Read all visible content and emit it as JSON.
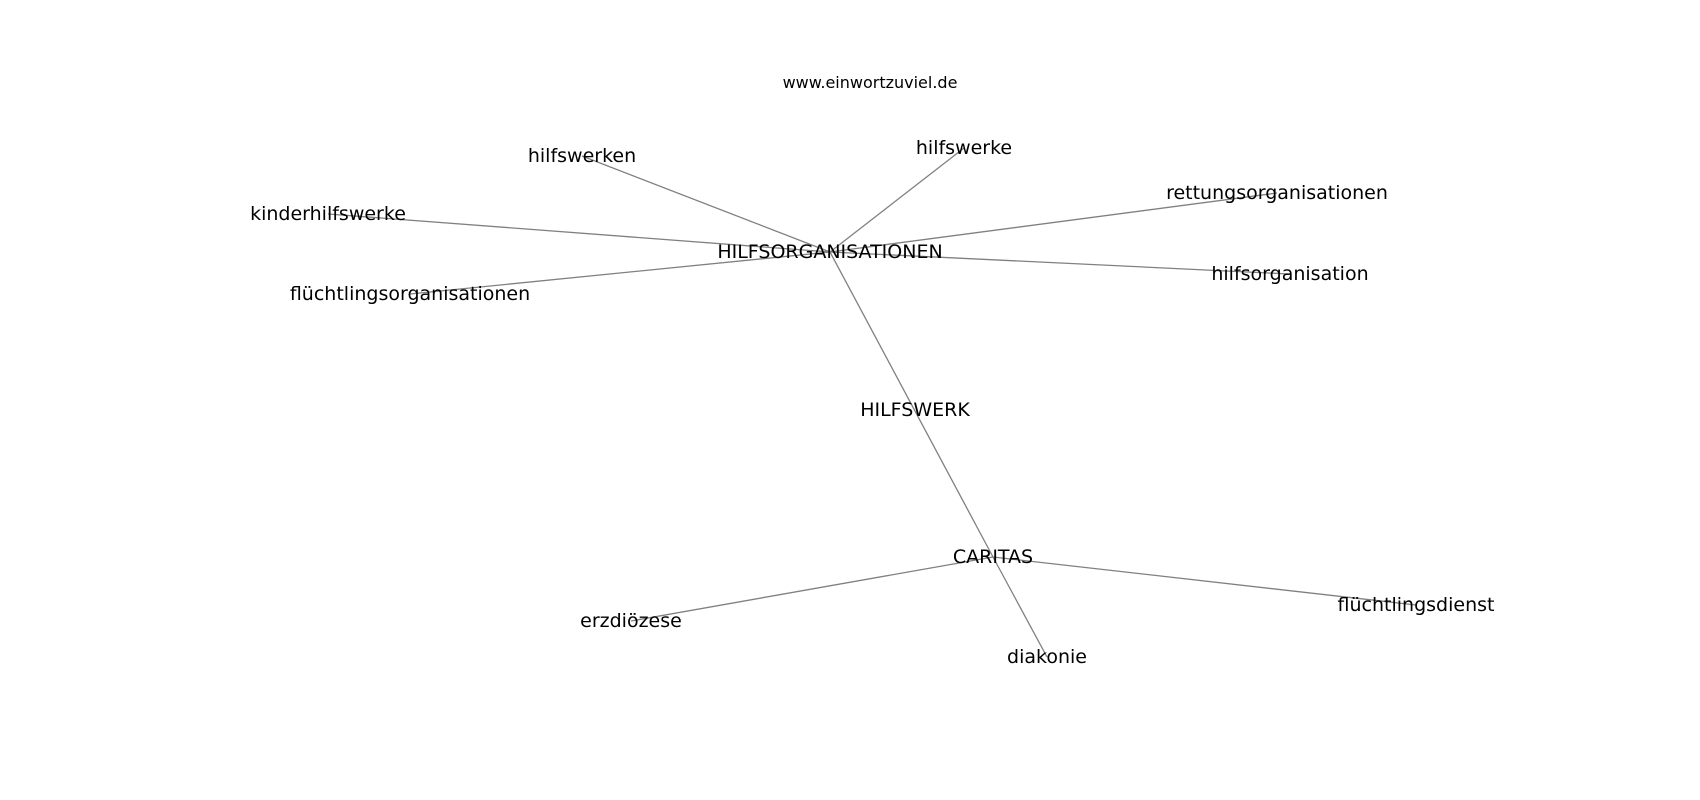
{
  "watermark": "www.einwortzuviel.de",
  "nodes": [
    {
      "id": "hilfsorganisationen",
      "label": "HILFSORGANISATIONEN"
    },
    {
      "id": "hilfswerk",
      "label": "HILFSWERK"
    },
    {
      "id": "caritas",
      "label": "CARITAS"
    },
    {
      "id": "hilfswerken",
      "label": "hilfswerken"
    },
    {
      "id": "hilfswerke",
      "label": "hilfswerke"
    },
    {
      "id": "kinderhilfswerke",
      "label": "kinderhilfswerke"
    },
    {
      "id": "rettungsorganisationen",
      "label": "rettungsorganisationen"
    },
    {
      "id": "fluechtlingsorganisationen",
      "label": "flüchtlingsorganisationen"
    },
    {
      "id": "hilfsorganisation",
      "label": "hilfsorganisation"
    },
    {
      "id": "erzdioezese",
      "label": "erzdiözese"
    },
    {
      "id": "diakonie",
      "label": "diakonie"
    },
    {
      "id": "fluechtlingsdienst",
      "label": "flüchtlingsdienst"
    }
  ],
  "edges": [
    [
      "hilfsorganisationen",
      "hilfswerken"
    ],
    [
      "hilfsorganisationen",
      "hilfswerke"
    ],
    [
      "hilfsorganisationen",
      "kinderhilfswerke"
    ],
    [
      "hilfsorganisationen",
      "rettungsorganisationen"
    ],
    [
      "hilfsorganisationen",
      "fluechtlingsorganisationen"
    ],
    [
      "hilfsorganisationen",
      "hilfsorganisation"
    ],
    [
      "hilfsorganisationen",
      "caritas"
    ],
    [
      "caritas",
      "erzdioezese"
    ],
    [
      "caritas",
      "diakonie"
    ],
    [
      "caritas",
      "fluechtlingsdienst"
    ]
  ]
}
